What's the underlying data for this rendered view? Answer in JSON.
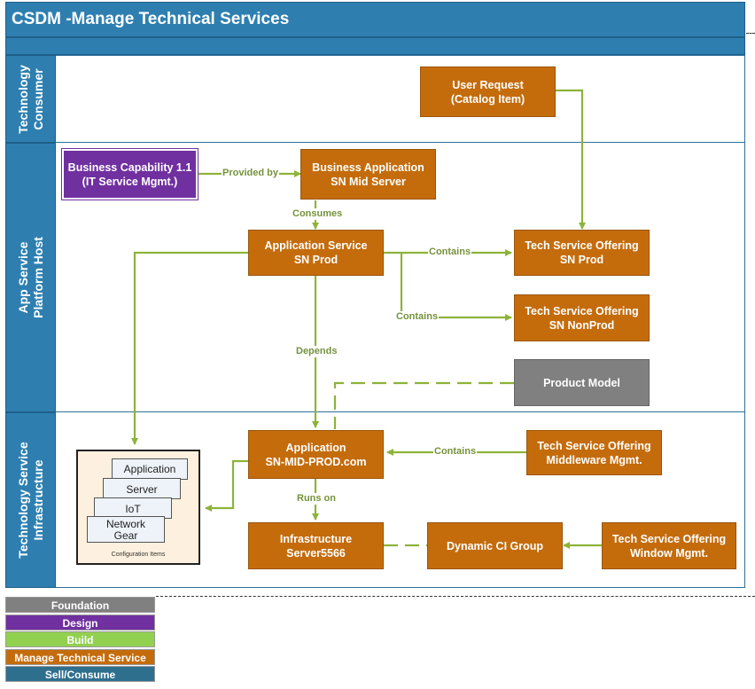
{
  "title": "CSDM -Manage Technical Services",
  "lanes": {
    "consumer": "Technology\nConsumer",
    "app": "App Service\nPlatform Host",
    "infra": "Technology Service\nInfrastructure"
  },
  "nodes": {
    "user_request": "User Request\n(Catalog Item)",
    "business_capability": "Business Capability 1.1\n(IT Service Mgmt.)",
    "business_application": "Business Application\nSN Mid Server",
    "application_service": "Application Service\nSN Prod",
    "tso_sn_prod": "Tech Service Offering\nSN Prod",
    "tso_sn_nonprod": "Tech Service Offering\nSN NonProd",
    "product_model": "Product Model",
    "application": "Application\nSN-MID-PROD.com",
    "tso_middleware": "Tech Service Offering\nMiddleware Mgmt.",
    "infrastructure": "Infrastructure\nServer5566",
    "dynamic_ci_group": "Dynamic CI Group",
    "tso_window": "Tech Service Offering\nWindow Mgmt."
  },
  "connector_labels": {
    "provided_by": "Provided by",
    "consumes": "Consumes",
    "contains_prod": "Contains",
    "contains_nonprod": "Contains",
    "depends": "Depends",
    "contains_middleware": "Contains",
    "runs_on": "Runs on"
  },
  "config_items": {
    "cards": [
      "Application",
      "Server",
      "IoT",
      "Network\nGear"
    ],
    "caption": "Configuration Items"
  },
  "legend": [
    {
      "label": "Foundation",
      "color": "#808080"
    },
    {
      "label": "Design",
      "color": "#7030a0"
    },
    {
      "label": "Build",
      "color": "#92d050"
    },
    {
      "label": "Manage Technical Service",
      "color": "#c46c0c"
    },
    {
      "label": "Sell/Consume",
      "color": "#2e6f8e"
    }
  ],
  "colors": {
    "lane_blue": "#2e7fb0",
    "node_orange": "#c46c0c",
    "connector_green": "#8db33a"
  }
}
